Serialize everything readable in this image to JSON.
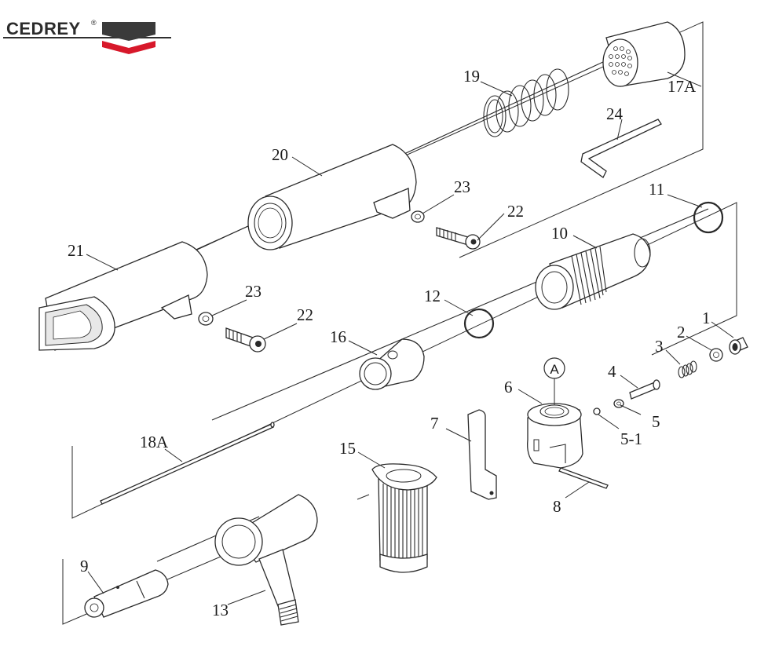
{
  "brand": {
    "name": "CEDREY",
    "registered_mark": "®",
    "colors": {
      "dark": "#2f2f2f",
      "red": "#d7182a"
    }
  },
  "callouts": {
    "p1": "1",
    "p2": "2",
    "p3": "3",
    "p4": "4",
    "p5": "5",
    "p5_1": "5-1",
    "p6": "6",
    "p7": "7",
    "p8": "8",
    "p9": "9",
    "p10": "10",
    "p11": "11",
    "p12": "12",
    "p13": "13",
    "p15": "15",
    "p16": "16",
    "p17a": "17A",
    "p18a": "18A",
    "p19": "19",
    "p20": "20",
    "p21": "21",
    "p22a": "22",
    "p22b": "22",
    "p23a": "23",
    "p23b": "23",
    "p24": "24",
    "pA": "A"
  }
}
